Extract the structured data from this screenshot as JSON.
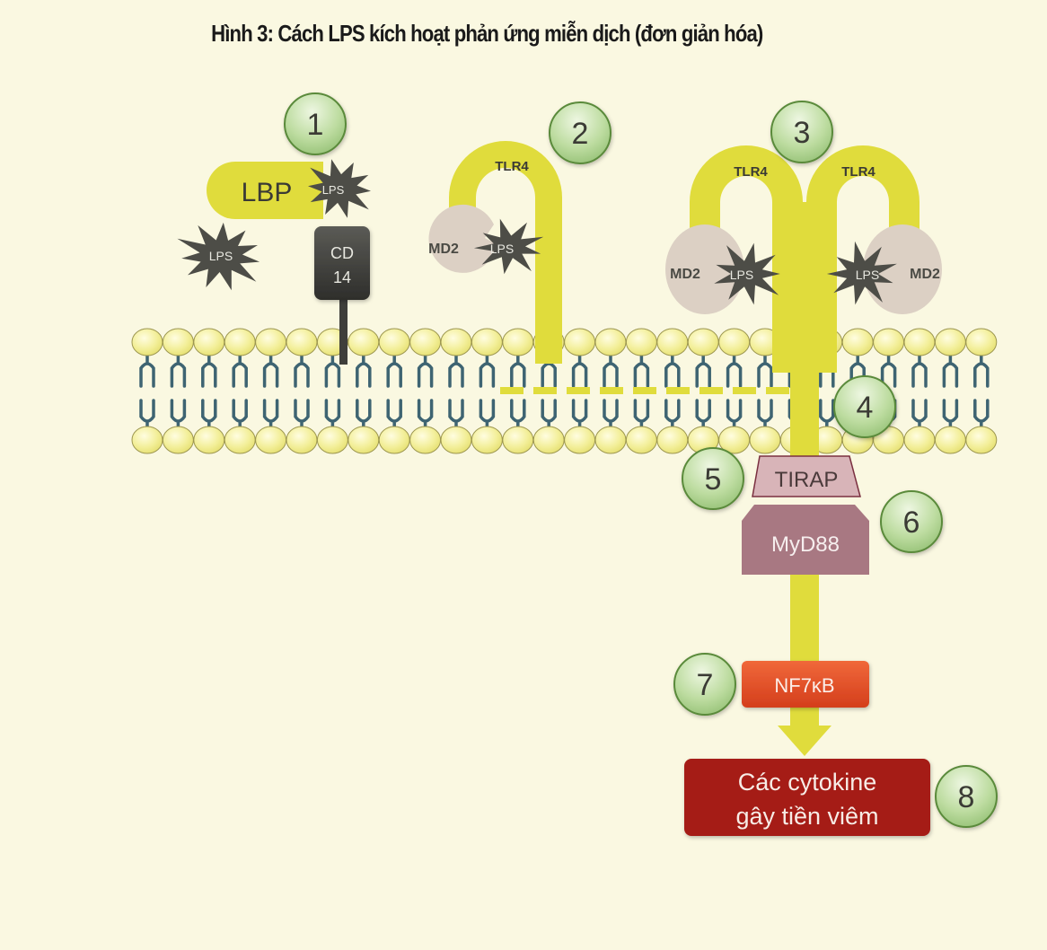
{
  "title": "Hình 3: Cách LPS kích hoạt phản ứng miễn dịch (đơn giản hóa)",
  "colors": {
    "background": "#faf8e1",
    "tlr4": "#e0dc3c",
    "lps": "#4d4d47",
    "md2": "#dcd0c4",
    "step_badge": "#b4d896",
    "step_badge_border": "#5a8a3a",
    "tirap": "#d8b4b8",
    "myd88": "#a87882",
    "nfkb": "#e2502a",
    "cytokine": "#a51d16",
    "lipid_head": "#f3ef9a",
    "lipid_tail": "#3e6472"
  },
  "steps": [
    "1",
    "2",
    "3",
    "4",
    "5",
    "6",
    "7",
    "8"
  ],
  "labels": {
    "lbp": "LBP",
    "lps": "LPS",
    "cd14_line1": "CD",
    "cd14_line2": "14",
    "tlr4": "TLR4",
    "md2": "MD2",
    "tirap": "TIRAP",
    "myd88": "MyD88",
    "nfkb": "NF7κB",
    "cytokine_line1": "Các cytokine",
    "cytokine_line2": "gây tiền viêm"
  }
}
